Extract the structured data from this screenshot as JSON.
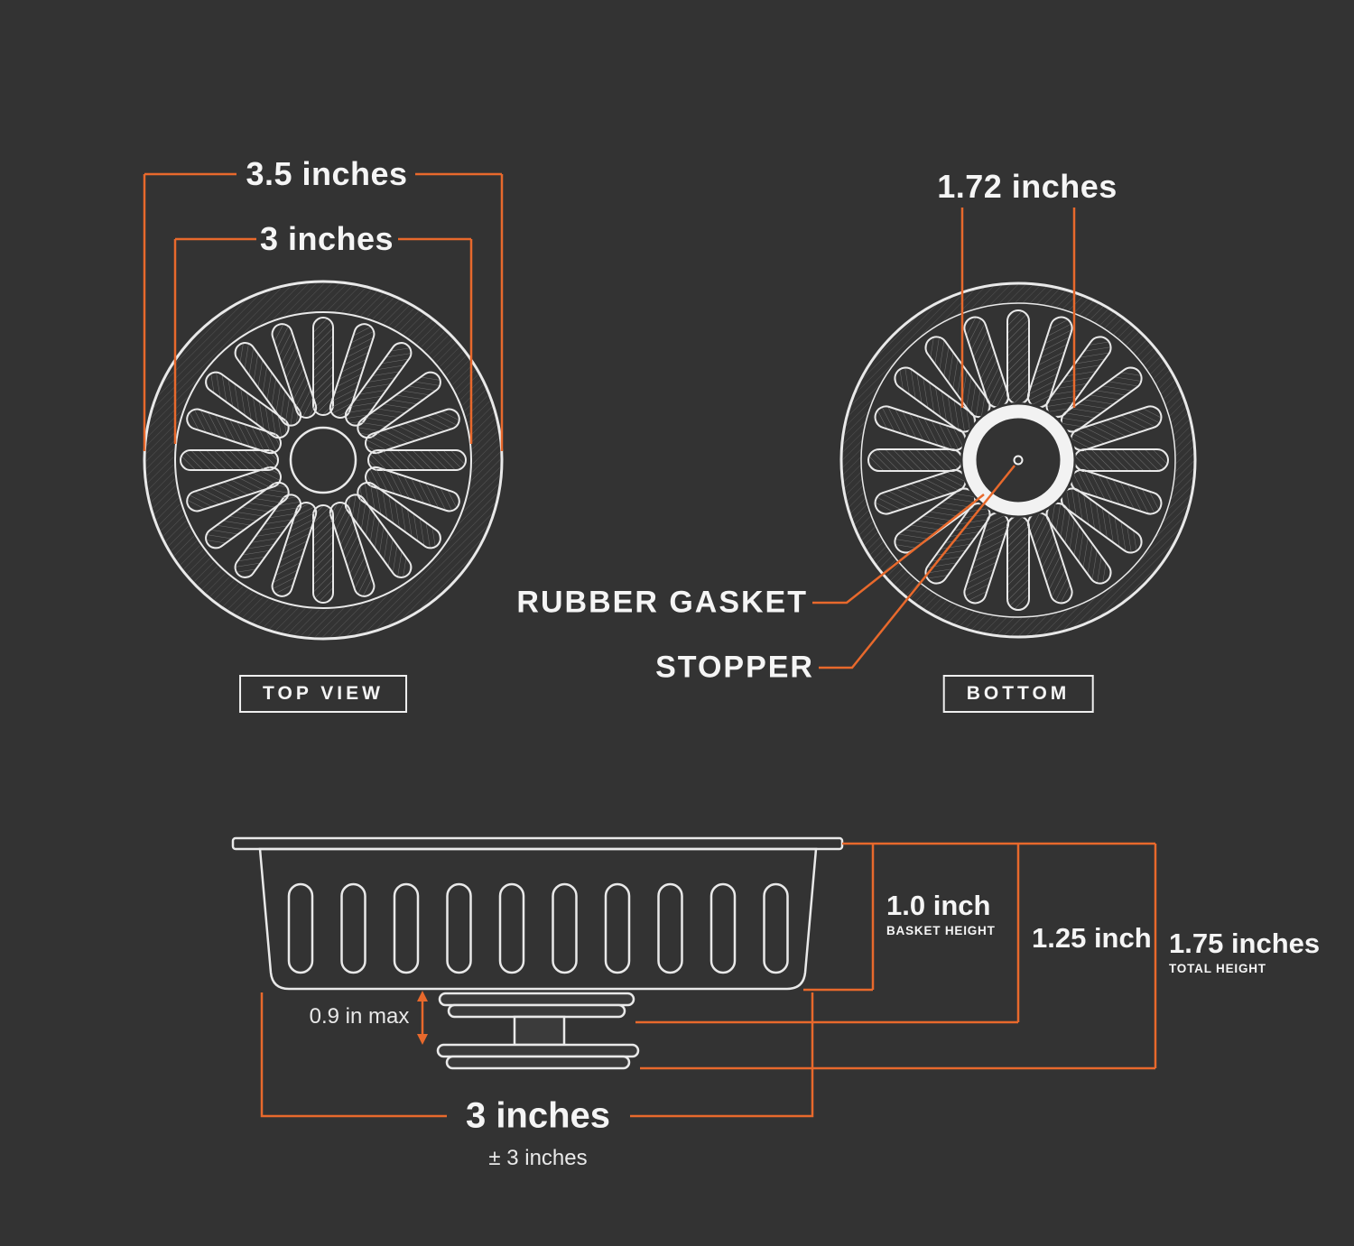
{
  "colors": {
    "background": "#333333",
    "line": "#e9e9e9",
    "accent": "#e8692c",
    "text": "#f5f5f5"
  },
  "top_view": {
    "dim_outer": "3.5 inches",
    "dim_inner": "3 inches",
    "caption": "TOP VIEW"
  },
  "bottom_view": {
    "dim_gasket": "1.72 inches",
    "label_rubber_gasket": "RUBBER GASKET",
    "label_stopper": "STOPPER",
    "caption": "BOTTOM"
  },
  "side_view": {
    "basket_height": "1.0 inch",
    "basket_height_label": "BASKET HEIGHT",
    "flange_height": "1.25 inch",
    "total_height": "1.75 inches",
    "total_height_label": "TOTAL HEIGHT",
    "stopper_drop": "0.9 in max",
    "basket_width": "3 inches",
    "width_tolerance": "± 3 inches"
  }
}
